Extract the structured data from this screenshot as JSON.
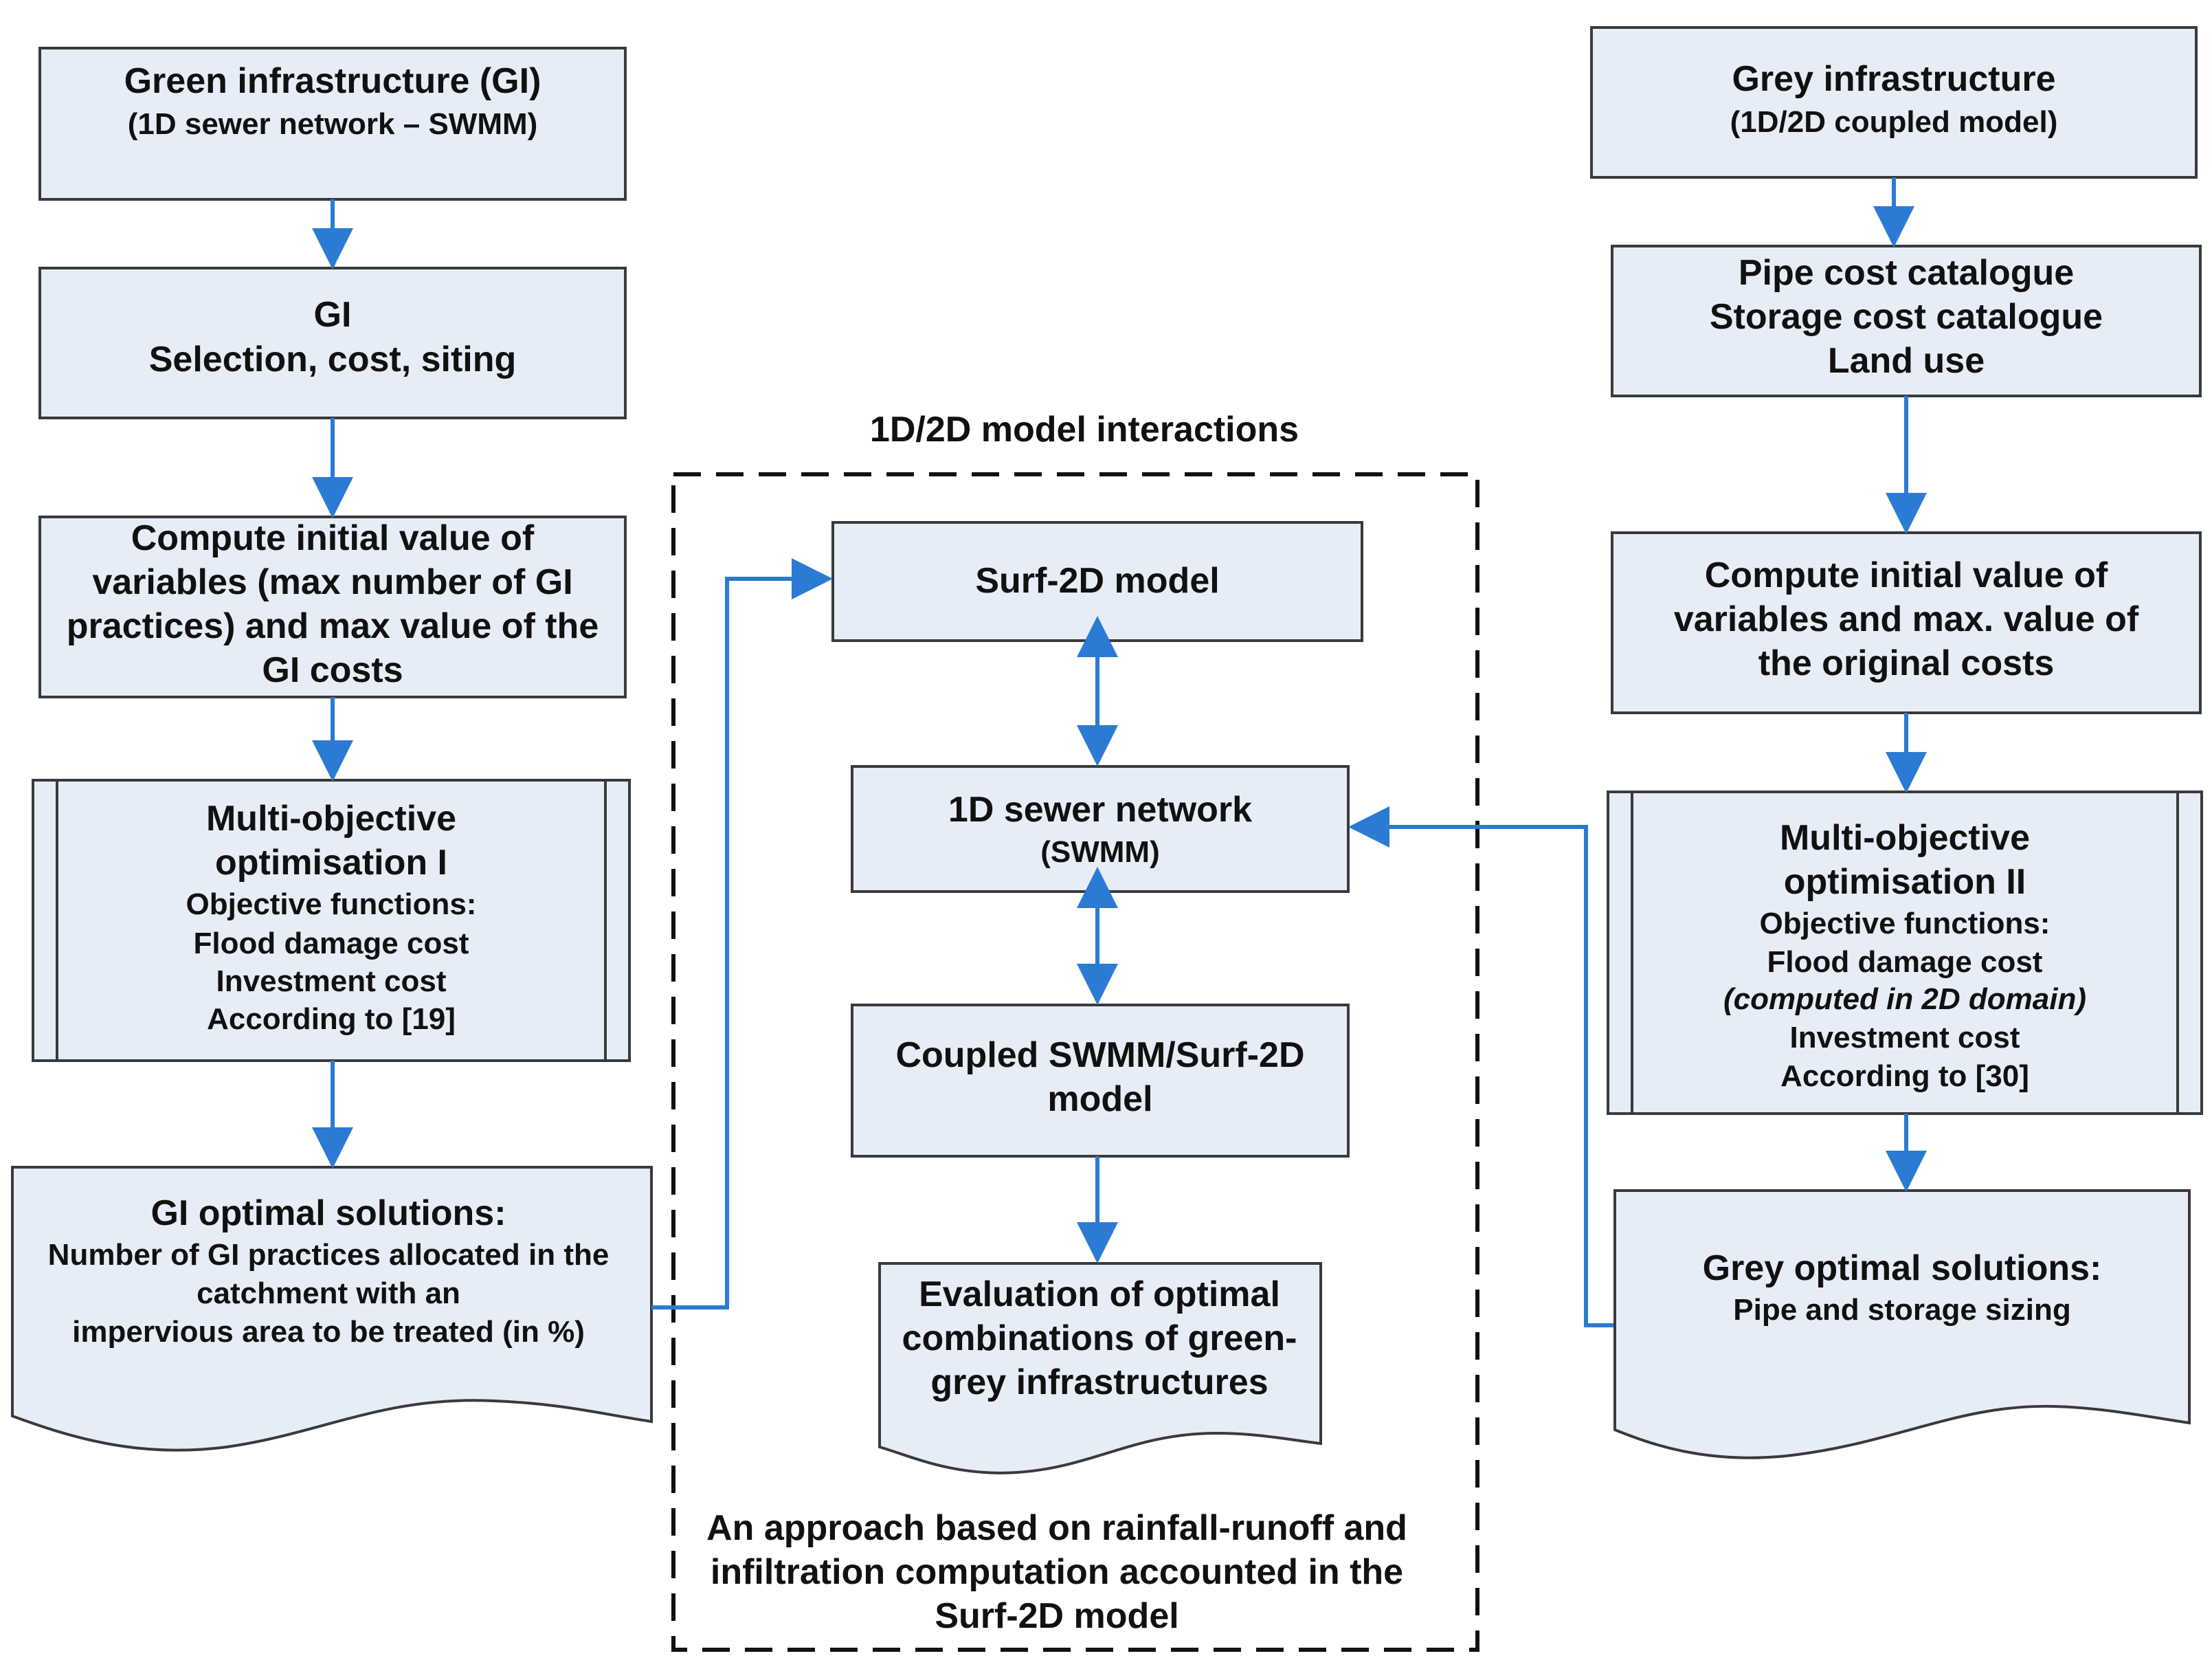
{
  "colors": {
    "box_fill": "#e6edf7",
    "box_stroke": "#3a3a3a",
    "arrow": "#2b7bd4",
    "text": "#111111"
  },
  "left": {
    "green_infra": {
      "title": "Green infrastructure (GI)",
      "subtitle": "(1D sewer network – SWMM)"
    },
    "gi_selection": {
      "line1": "GI",
      "line2": "Selection, cost, siting"
    },
    "compute_initial": {
      "line1": "Compute initial value of",
      "line2": "variables (max number of GI",
      "line3": "practices) and max value of the",
      "line4": "GI costs"
    },
    "moo1": {
      "line1": "Multi-objective",
      "line2": "optimisation I",
      "line3": "Objective functions:",
      "line4": "Flood damage cost",
      "line5": "Investment cost",
      "line6": "According to [19]"
    },
    "gi_optimal": {
      "title": "GI optimal solutions:",
      "line1": "Number of GI practices allocated in the",
      "line2": "catchment with an",
      "line3": "impervious area to be treated (in %)"
    }
  },
  "center": {
    "group_label": "1D/2D model interactions",
    "surf2d": "Surf-2D model",
    "sewer1d": {
      "title": "1D sewer network",
      "subtitle": "(SWMM)"
    },
    "coupled": {
      "line1": "Coupled SWMM/Surf-2D",
      "line2": "model"
    },
    "evaluation": {
      "line1": "Evaluation of optimal",
      "line2": "combinations of green-",
      "line3": "grey infrastructures"
    },
    "approach": {
      "line1": "An approach based on rainfall-runoff and",
      "line2": "infiltration computation accounted in the",
      "line3": "Surf-2D model"
    }
  },
  "right": {
    "grey_infra": {
      "title": "Grey infrastructure",
      "subtitle": "(1D/2D coupled model)"
    },
    "catalogue": {
      "line1": "Pipe cost catalogue",
      "line2": "Storage cost catalogue",
      "line3": "Land use"
    },
    "compute_initial": {
      "line1": "Compute initial value of",
      "line2": "variables  and max. value of",
      "line3": "the original costs"
    },
    "moo2": {
      "line1": "Multi-objective",
      "line2": "optimisation II",
      "line3": "Objective functions:",
      "line4": "Flood damage cost",
      "line5": "(computed in 2D domain)",
      "line6": "Investment cost",
      "line7": "According to [30]"
    },
    "grey_optimal": {
      "title": "Grey optimal solutions:",
      "line1": "Pipe and storage sizing"
    }
  }
}
